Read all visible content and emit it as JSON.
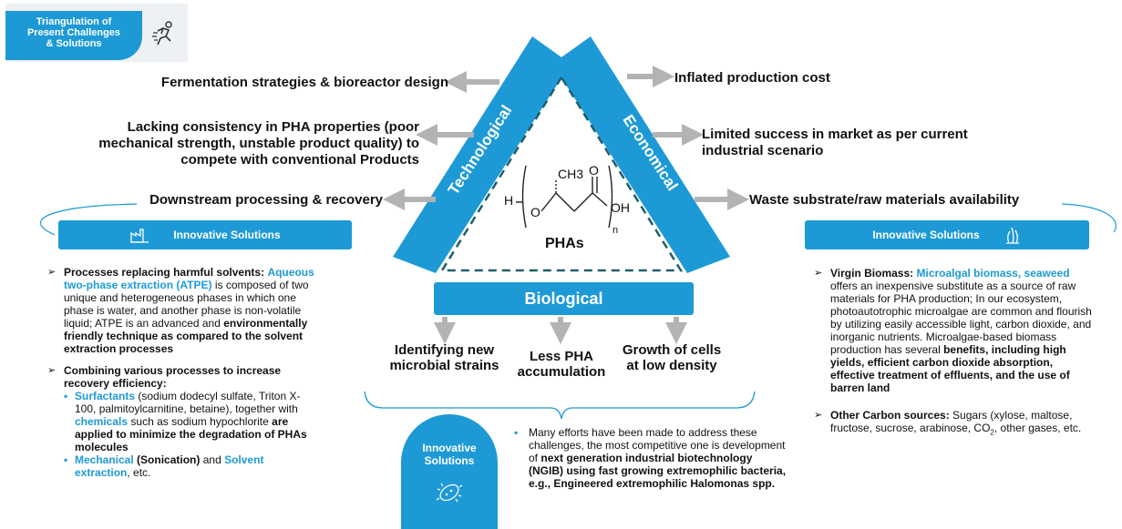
{
  "header": {
    "title_lines": [
      "Triangulation of",
      "Present  Challenges",
      "& Solutions"
    ],
    "icon": "person-running-icon"
  },
  "triangle": {
    "left_label": "Technological",
    "right_label": "Economical",
    "bottom_label": "Biological",
    "molecule": {
      "ch3": "CH3",
      "h": "H",
      "oh": "OH",
      "o": "O",
      "n": "n",
      "name": "PHAs"
    }
  },
  "tech_challenges": [
    "Fermentation strategies & bioreactor design",
    "Lacking consistency in PHA properties (poor mechanical strength, unstable product quality) to compete with conventional Products",
    "Downstream processing & recovery"
  ],
  "econ_challenges": [
    "Inflated production cost",
    "Limited success in market as per current industrial scenario",
    "Waste substrate/raw materials availability"
  ],
  "bio_challenges": [
    "Identifying new microbial strains",
    "Less PHA accumulation",
    "Growth of cells at low density"
  ],
  "left_solutions": {
    "title": "Innovative Solutions",
    "icon": "factory-icon",
    "b1_head": "Processes replacing harmful solvents:",
    "b1_blue": "Aqueous two-phase extraction (ATPE)",
    "b1_text": "is composed of two unique and heterogeneous phases in which one phase is water, and another phase is non-volatile liquid; ATPE is an advanced and",
    "b1_bold": "environmentally friendly technique as compared to the solvent extraction processes",
    "b2_head": "Combining various processes to increase recovery efficiency:",
    "s1_blue": "Surfactants",
    "s1_text": "(sodium dodecyl sulfate, Triton X-100, palmitoylcarnitine, betaine), together with",
    "s1_blue2": "chemicals",
    "s1_text2": "such as sodium hypochlorite",
    "s1_bold": "are applied to minimize the degradation of PHAs molecules",
    "s2_blue": "Mechanical",
    "s2_bold": "(Sonication)",
    "s2_text": "and",
    "s2_blue2": "Solvent extraction",
    "s2_text2": ", etc."
  },
  "right_solutions": {
    "title": "Innovative Solutions",
    "icon": "seaweed-icon",
    "b1_head": "Virgin Biomass:",
    "b1_blue": "Microalgal biomass, seaweed",
    "b1_text": "offers an inexpensive substitute as a source of raw materials for PHA production; In our ecosystem, photoautotrophic microalgae are common and flourish by utilizing easily accessible light, carbon dioxide, and inorganic nutrients. Microalgae-based biomass production has several",
    "b1_bold": "benefits, including high yields, efficient carbon dioxide absorption, effective treatment of effluents, and the use of barren land",
    "b2_head": "Other Carbon sources:",
    "b2_text": "Sugars (xylose, maltose, fructose, sucrose, arabinose, CO",
    "b2_sub": "2",
    "b2_text2": ", other gases, etc."
  },
  "bottom_solutions": {
    "title_lines": [
      "Innovative",
      "Solutions"
    ],
    "icon": "bacteria-icon",
    "text1": "Many efforts have been made to address these challenges, the most competitive one is development of",
    "bold": "next generation industrial biotechnology (NGIB) using fast growing extremophilic bacteria, e.g., Engineered extremophilic Halomonas spp."
  },
  "colors": {
    "accent": "#1d9ad6",
    "arrow": "#b3b3b3",
    "dashed": "#1f5e6b"
  }
}
